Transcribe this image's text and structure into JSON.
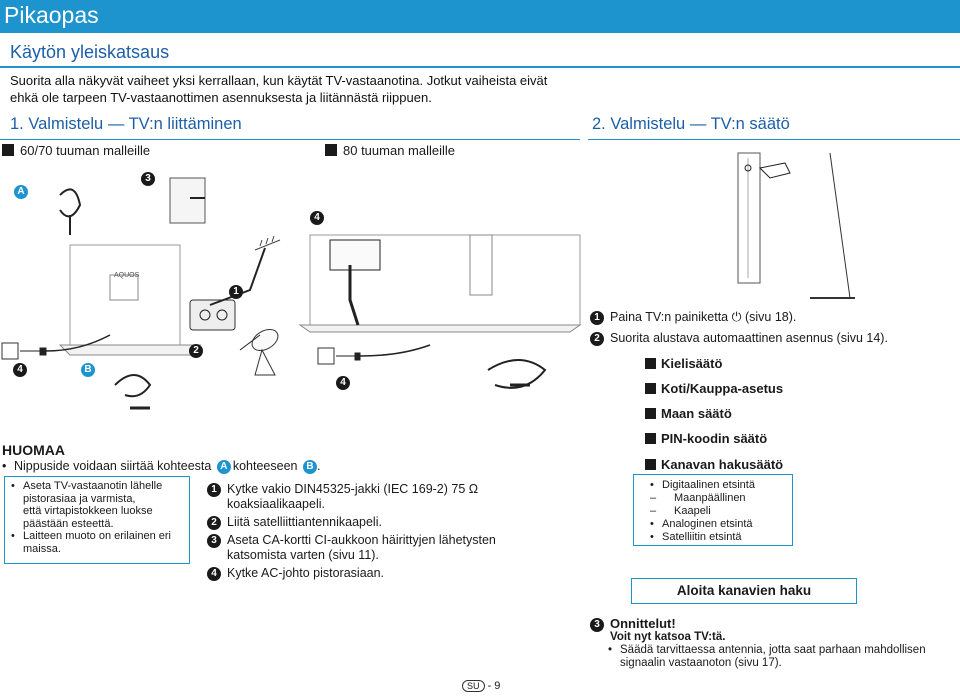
{
  "header": {
    "title": "Pikaopas"
  },
  "section": {
    "title": "Käytön yleiskatsaus"
  },
  "intro": {
    "line1": "Suorita alla näkyvät vaiheet yksi kerrallaan, kun käytät TV-vastaanotina. Jotkut vaiheista eivät",
    "line2": "ehkä ole tarpeen TV-vastaanottimen asennuksesta ja liitännästä riippuen."
  },
  "step1": {
    "title": "1. Valmistelu — TV:n liittäminen",
    "model_a": "60/70 tuuman malleille",
    "model_b": "80 tuuman malleille"
  },
  "step2": {
    "title": "2. Valmistelu — TV:n säätö",
    "item1": "Paina TV:n painiketta ⏻ (sivu 18).",
    "item2": "Suorita alustava automaattinen asennus (sivu 14).",
    "menu": [
      "Kielisäätö",
      "Koti/Kauppa-asetus",
      "Maan säätö",
      "PIN-koodin säätö",
      "Kanavan hakusäätö"
    ],
    "search_options": [
      "Digitaalinen etsintä",
      "Maanpäällinen",
      "Kaapeli",
      "Analoginen etsintä",
      "Satelliitin etsintä"
    ],
    "start_button": "Aloita kanavien haku"
  },
  "step3": {
    "title": "Onnittelut!",
    "subtitle": "Voit nyt katsoa TV:tä.",
    "note_line1": "Säädä tarvittaessa antennia, jotta saat parhaan mahdollisen",
    "note_line2": "signaalin vastaanoton (sivu 17)."
  },
  "huomaa": {
    "heading": "HUOMAA",
    "note_before": "Nippuside voidaan siirtää kohteesta",
    "note_mid": "kohteeseen",
    "note_after": ".",
    "bullets": [
      [
        "Aseta TV-vastaanotin lähelle",
        "pistorasiaa ja varmista,",
        "että virtapistokkeen luokse",
        "päästään esteettä."
      ],
      [
        "Laitteen muoto on erilainen eri",
        "maissa."
      ]
    ]
  },
  "instructions": [
    [
      "Kytke vakio DIN45325-jakki (IEC 169-2) 75 Ω",
      "koaksiaalikaapeli."
    ],
    [
      "Liitä satelliittiantennikaapeli."
    ],
    [
      "Aseta CA-kortti CI-aukkoon häirittyjen lähetysten",
      "katsomista varten (sivu 11)."
    ],
    [
      "Kytke AC-johto pistorasiaan."
    ]
  ],
  "labels": {
    "A": "A",
    "B": "B",
    "n1": "1",
    "n2": "2",
    "n3": "3",
    "n4": "4",
    "tv_brand": "AQUOS"
  },
  "footer": {
    "lang": "SU",
    "page": "- 9"
  },
  "colors": {
    "accent": "#1e94cf",
    "heading": "#1d5fa6"
  }
}
